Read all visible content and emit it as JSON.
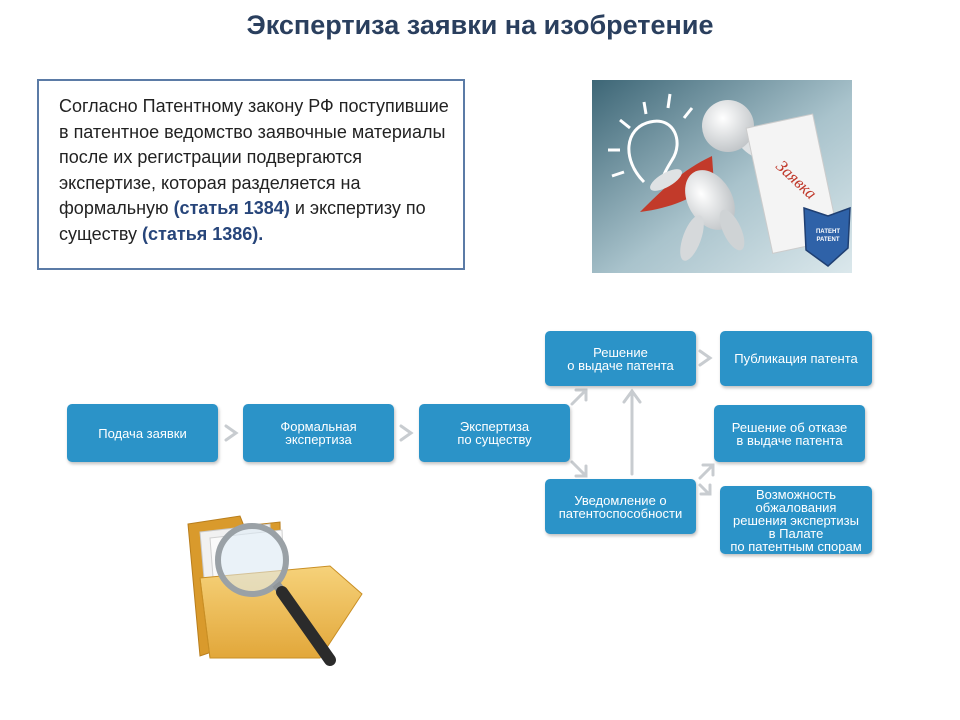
{
  "title": "Экспертиза заявки на изобретение",
  "intro": {
    "part1": "Согласно Патентному закону РФ поступившие в патентное ведомство заявочные материалы после их регистрации подвергаются экспертизе, которая разделяется на формальную",
    "article1": "(статья 1384)",
    "part2": "и экспертизу по существу",
    "article2": "(статья 1386)."
  },
  "illustration": {
    "paper_text": "Заявка",
    "badge_line1": "ПАТЕНТ",
    "badge_line2": "PATENT"
  },
  "flow": {
    "submit": "Подача заявки",
    "formal_1": "Формальная",
    "formal_2": "экспертиза",
    "substantive_1": "Экспертиза",
    "substantive_2": "по существу",
    "grant_1": "Решение",
    "grant_2": "о выдаче патента",
    "publication": "Публикация патента",
    "refusal_1": "Решение об отказе",
    "refusal_2": "в выдаче патента",
    "notice_1": "Уведомление о",
    "notice_2": "патентоспособности",
    "appeal_1": "Возможность",
    "appeal_2": "обжалования",
    "appeal_3": "решения экспертизы",
    "appeal_4": "в Палате",
    "appeal_5": "по патентным спорам"
  },
  "colors": {
    "box_fill": "#2b93c8",
    "arrow": "#c8ccd0",
    "title": "#2a3f5e",
    "frame": "#5b7ba6"
  }
}
